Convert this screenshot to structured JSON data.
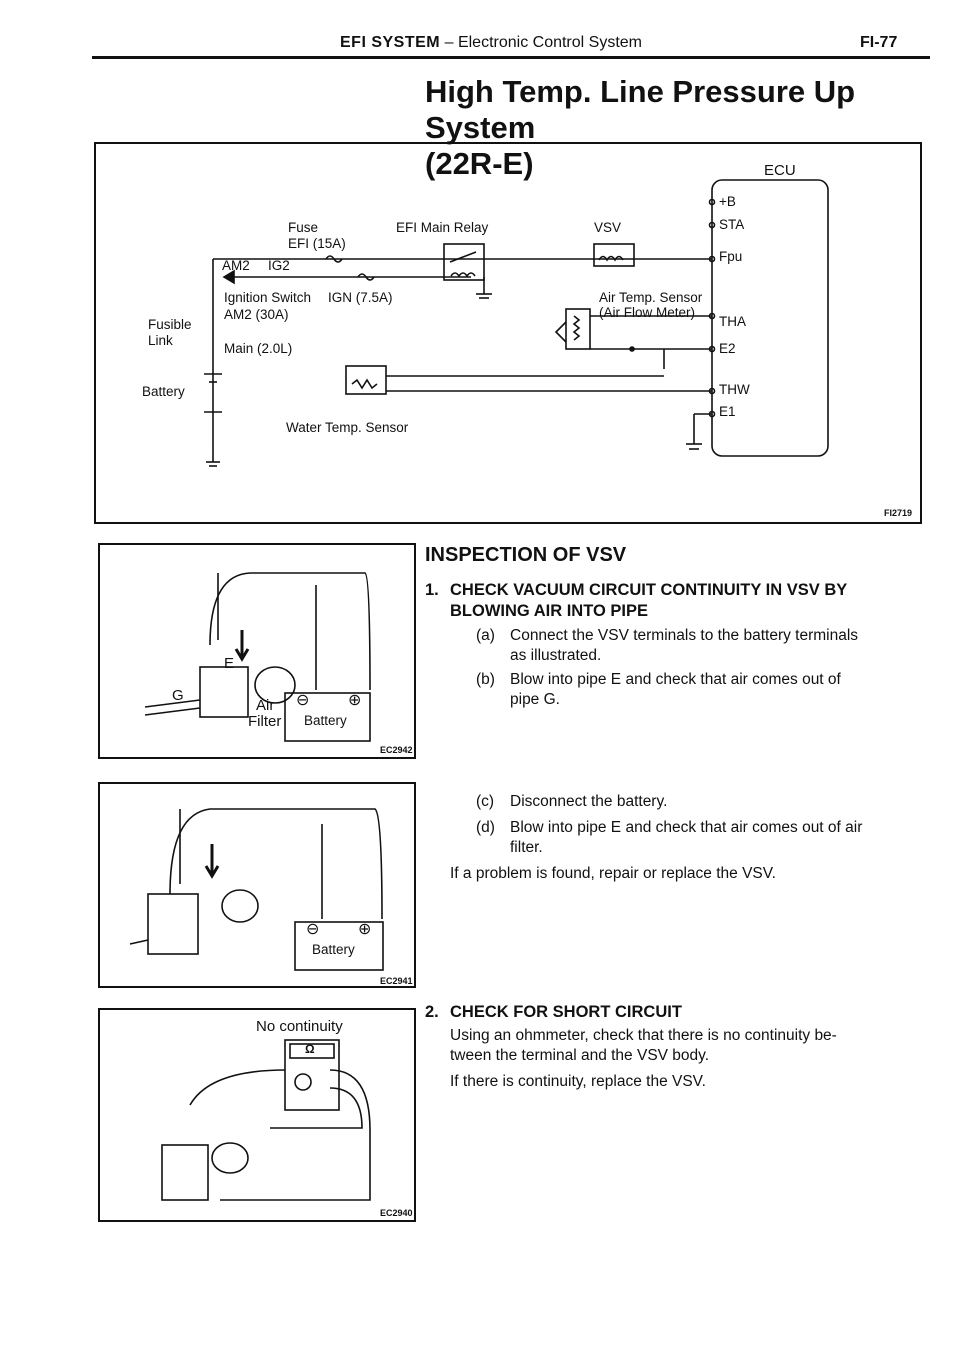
{
  "header": {
    "section": "EFI SYSTEM",
    "dash": "–",
    "subtitle": "Electronic Control System",
    "page_number": "FI-77"
  },
  "title": {
    "line1": "High Temp. Line Pressure Up System",
    "line2": "(22R-E)"
  },
  "wiring": {
    "ecu": "ECU",
    "ecu_pins": [
      "+B",
      "STA",
      "Fpu",
      "THA",
      "E2",
      "THW",
      "E1"
    ],
    "fuse": "Fuse",
    "fuse_efi": "EFI (15A)",
    "efi_main_relay": "EFI Main Relay",
    "vsv": "VSV",
    "am2": "AM2",
    "ig2": "IG2",
    "ignition_switch": "Ignition Switch",
    "ign": "IGN (7.5A)",
    "fusible_link_1": "Fusible",
    "fusible_link_2": "Link",
    "am2_30a": "AM2 (30A)",
    "main": "Main (2.0L)",
    "air_temp_sensor": "Air Temp. Sensor",
    "air_flow_meter": "(Air Flow Meter)",
    "battery": "Battery",
    "water_temp_sensor": "Water Temp. Sensor",
    "code": "FI2719"
  },
  "figures": {
    "fig1": {
      "label_e": "E",
      "label_g": "G",
      "air": "Air",
      "filter": "Filter",
      "battery": "Battery",
      "code": "EC2942"
    },
    "fig2": {
      "battery": "Battery",
      "code": "EC2941"
    },
    "fig3": {
      "no_continuity": "No continuity",
      "ohm": "Ω",
      "code": "EC2940"
    }
  },
  "inspection": {
    "heading": "INSPECTION OF VSV",
    "step1": {
      "num": "1.",
      "title_l1": "CHECK VACUUM CIRCUIT CONTINUITY IN VSV BY",
      "title_l2": "BLOWING AIR INTO PIPE",
      "a_label": "(a)",
      "a_l1": "Connect the VSV terminals to the battery terminals",
      "a_l2": "as illustrated.",
      "b_label": "(b)",
      "b_l1": "Blow into pipe E and check that air comes out of",
      "b_l2": "pipe G.",
      "c_label": "(c)",
      "c_l1": "Disconnect the battery.",
      "d_label": "(d)",
      "d_l1": "Blow into pipe E and check that air comes out of air",
      "d_l2": "filter.",
      "note": "If a problem is found, repair or replace the VSV."
    },
    "step2": {
      "num": "2.",
      "title": "CHECK FOR SHORT CIRCUIT",
      "l1": "Using an ohmmeter, check that there is no continuity be-",
      "l2": "tween the terminal and the VSV body.",
      "l3": "If there is continuity, replace the VSV."
    }
  }
}
